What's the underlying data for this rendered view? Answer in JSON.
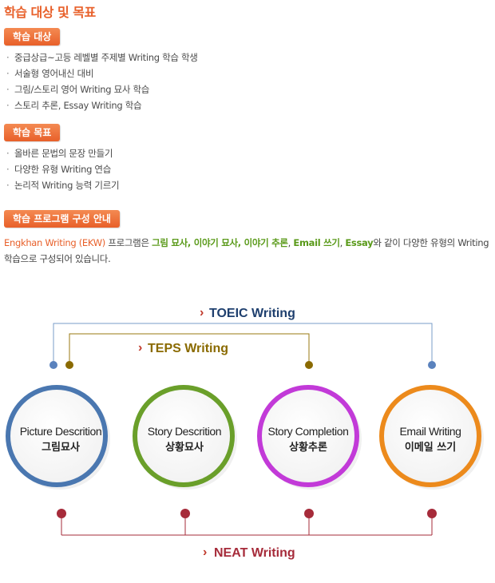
{
  "page_title": "학습 대상 및 목표",
  "sections": {
    "target": {
      "label": "학습 대상",
      "items": [
        "중급상급~고등 레벨별 주제별 Writing 학습 학생",
        "서술형 영어내신 대비",
        "그림/스토리 영어 Writing 묘사 학습",
        "스토리 추론, Essay Writing 학습"
      ]
    },
    "goal": {
      "label": "학습 목표",
      "items": [
        "올바른 문법의 문장 만들기",
        "다양한 유형 Writing 연습",
        "논리적 Writing 능력 기르기"
      ]
    },
    "program": {
      "label": "학습 프로그램 구성 안내"
    }
  },
  "intro": {
    "brand": "Engkhan Writing (EKW)",
    "t1": " 프로그램은 ",
    "h1": "그림 묘사, 이야기 묘사, 이야기 추론",
    "t2": ", ",
    "h2": "Email 쓰기",
    "t3": ", ",
    "h3": "Essay",
    "t4": "와 같이 다양한 유형의 Writing 학습으로 구성되어 있습니다."
  },
  "diagram": {
    "bullet_mark": "›",
    "labels": {
      "toeic": "TOEIC Writing",
      "teps": "TEPS Writing",
      "neat": "NEAT Writing"
    },
    "circles": [
      {
        "title": "Picture Descrition",
        "sub": "그림묘사",
        "color": "#4a77b0"
      },
      {
        "title": "Story Descrition",
        "sub": "상황묘사",
        "color": "#6a9f2a"
      },
      {
        "title": "Story Completion",
        "sub": "상황추론",
        "color": "#c23ad8"
      },
      {
        "title": "Email Writing",
        "sub": "이메일 쓰기",
        "color": "#ec8a1c"
      }
    ],
    "colors": {
      "toeic": "#1e3f6e",
      "teps": "#8a6a00",
      "neat": "#a62b3a",
      "toeic_line": "#7a9cc8",
      "teps_line": "#9a7a10",
      "neat_line": "#a62b3a"
    }
  }
}
